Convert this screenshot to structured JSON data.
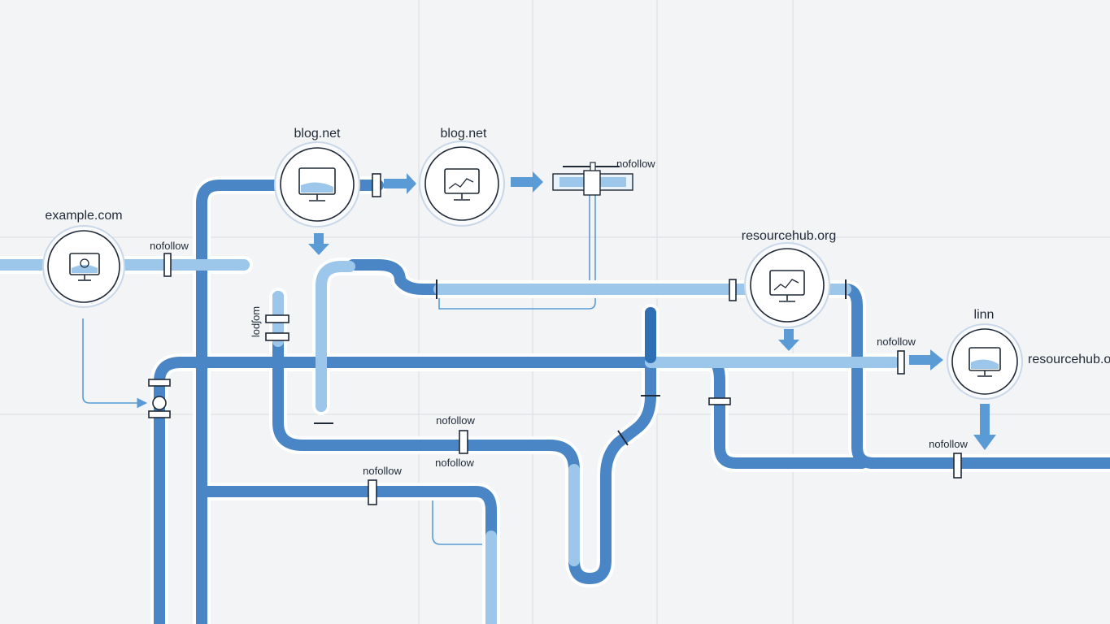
{
  "colors": {
    "pipe_dark": "#4a86c5",
    "pipe_light": "#9cc6ea",
    "pipe_outline": "#ffffff",
    "pipe_edge": "#2f5f92",
    "node_ring": "#c9d8e8",
    "grid": "#d9dde3",
    "arrow": "#5b9bd5"
  },
  "nodes": {
    "example": {
      "label": "example.com",
      "icon": "monitor-sun-icon"
    },
    "blog1": {
      "label": "blog.net",
      "icon": "monitor-wave-icon"
    },
    "blog2": {
      "label": "blog.net",
      "icon": "monitor-chart-icon"
    },
    "resourcehub1": {
      "label": "resourcehub.org",
      "icon": "monitor-chart-icon"
    },
    "resourcehub2": {
      "label": "resourcehub.o",
      "icon": "monitor-wave-icon"
    },
    "linn": {
      "label": "linn"
    }
  },
  "edge_labels": {
    "e1": "nofollow",
    "e2": "nofollow",
    "e3": "nofollow",
    "e4": "nofollow",
    "e5": "nofollow",
    "e6": "nofollow",
    "e7": "nofollow",
    "vertical": "lodʃom"
  }
}
